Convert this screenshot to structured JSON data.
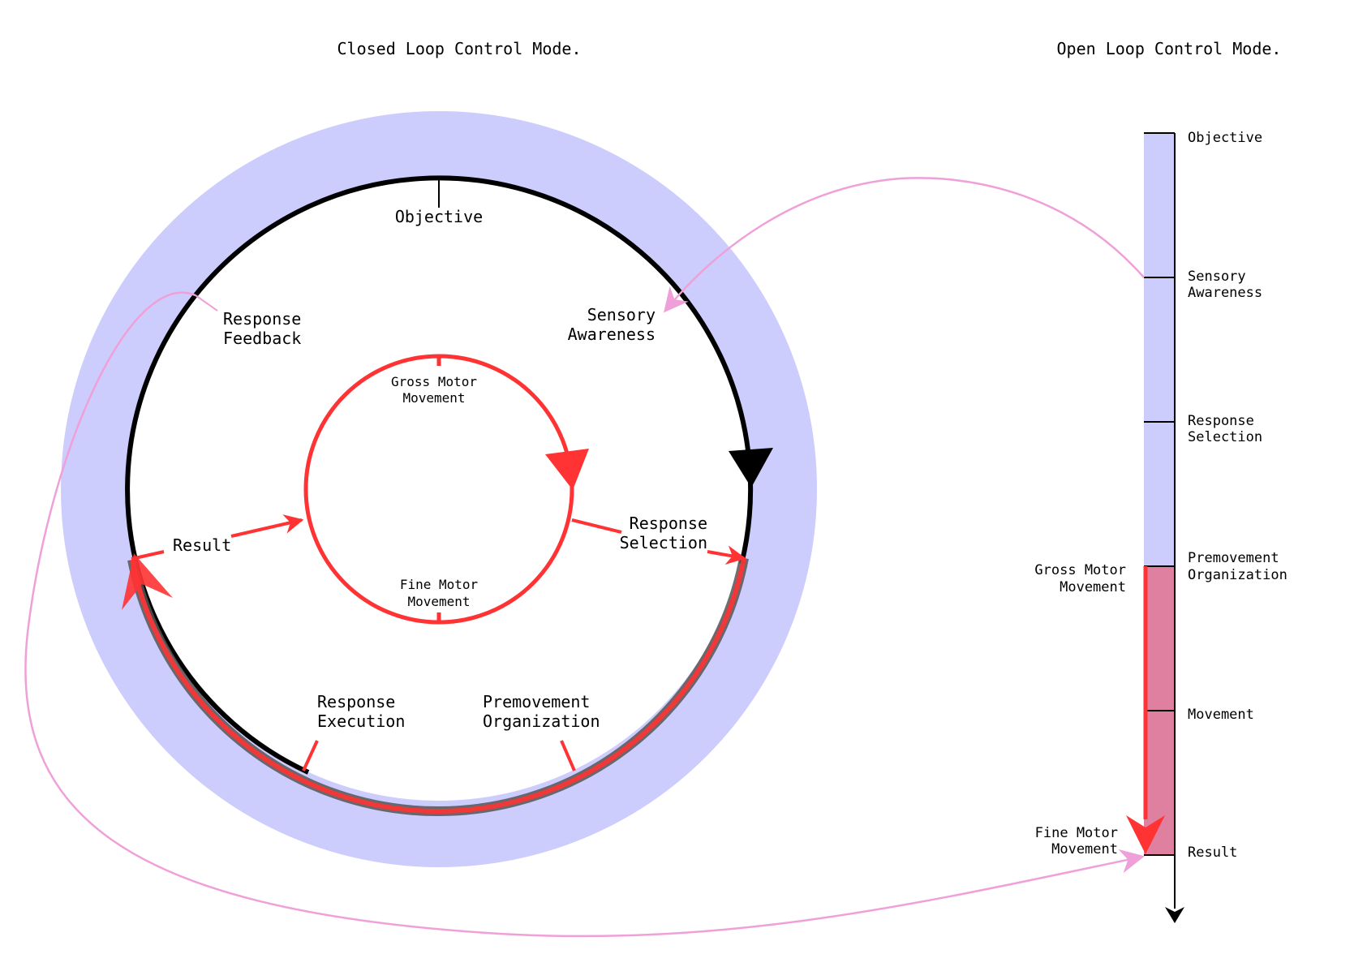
{
  "closed_loop": {
    "title": "Closed Loop Control Mode.",
    "outer_labels": {
      "objective": "Objective",
      "sensory_1": "Sensory",
      "sensory_2": "Awareness",
      "response_selection_1": "Response",
      "response_selection_2": "Selection",
      "premovement_1": "Premovement",
      "premovement_2": "Organization",
      "execution_1": "Response",
      "execution_2": "Execution",
      "result": "Result",
      "feedback_1": "Response",
      "feedback_2": "Feedback"
    },
    "inner_labels": {
      "gross_1": "Gross Motor",
      "gross_2": "Movement",
      "fine_1": "Fine Motor",
      "fine_2": "Movement"
    }
  },
  "open_loop": {
    "title": "Open Loop Control Mode.",
    "stages": [
      {
        "line1": "Objective",
        "line2": ""
      },
      {
        "line1": "Sensory",
        "line2": "Awareness"
      },
      {
        "line1": "Response",
        "line2": "Selection"
      },
      {
        "line1": "Premovement",
        "line2": "Organization"
      },
      {
        "line1": "Movement",
        "line2": ""
      },
      {
        "line1": "Result",
        "line2": ""
      }
    ],
    "gross_1": "Gross Motor",
    "gross_2": "Movement",
    "fine_1": "Fine Motor",
    "fine_2": "Movement"
  },
  "colors": {
    "band": "#ccccfd",
    "red": "#ff3333",
    "pink": "#f0a0d8",
    "movement_fill": "#df80a0",
    "ink": "#000000"
  }
}
